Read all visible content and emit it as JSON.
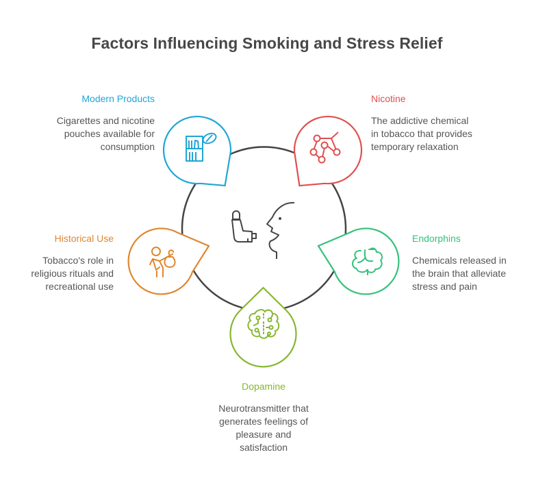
{
  "title": "Factors Influencing Smoking and Stress Relief",
  "center": {
    "icon": "inhaler-face-icon"
  },
  "factors": [
    {
      "id": "modern-products",
      "title": "Modern Products",
      "description": [
        "Cigarettes and nicotine",
        "pouches available for",
        "consumption"
      ],
      "color": "#1ea6d6",
      "icon": "store-shelf-icon"
    },
    {
      "id": "nicotine",
      "title": "Nicotine",
      "description": [
        "The addictive chemical",
        "in tobacco that provides",
        "temporary relaxation"
      ],
      "color": "#e04f4f",
      "icon": "molecule-icon"
    },
    {
      "id": "historical-use",
      "title": "Historical Use",
      "description": [
        "Tobacco's role in",
        "religious rituals and",
        "recreational use"
      ],
      "color": "#e0862e",
      "icon": "traveler-bundle-icon"
    },
    {
      "id": "endorphins",
      "title": "Endorphins",
      "description": [
        "Chemicals released in",
        "the brain that alleviate",
        "stress and pain"
      ],
      "color": "#33c17a",
      "icon": "brain-icon"
    },
    {
      "id": "dopamine",
      "title": "Dopamine",
      "description": [
        "Neurotransmitter that",
        "generates feelings of",
        "pleasure and",
        "satisfaction"
      ],
      "color": "#86b72f",
      "icon": "brain-network-icon"
    }
  ],
  "colors": {
    "title": "#474747",
    "ring": "#444444",
    "text": "#555555"
  }
}
